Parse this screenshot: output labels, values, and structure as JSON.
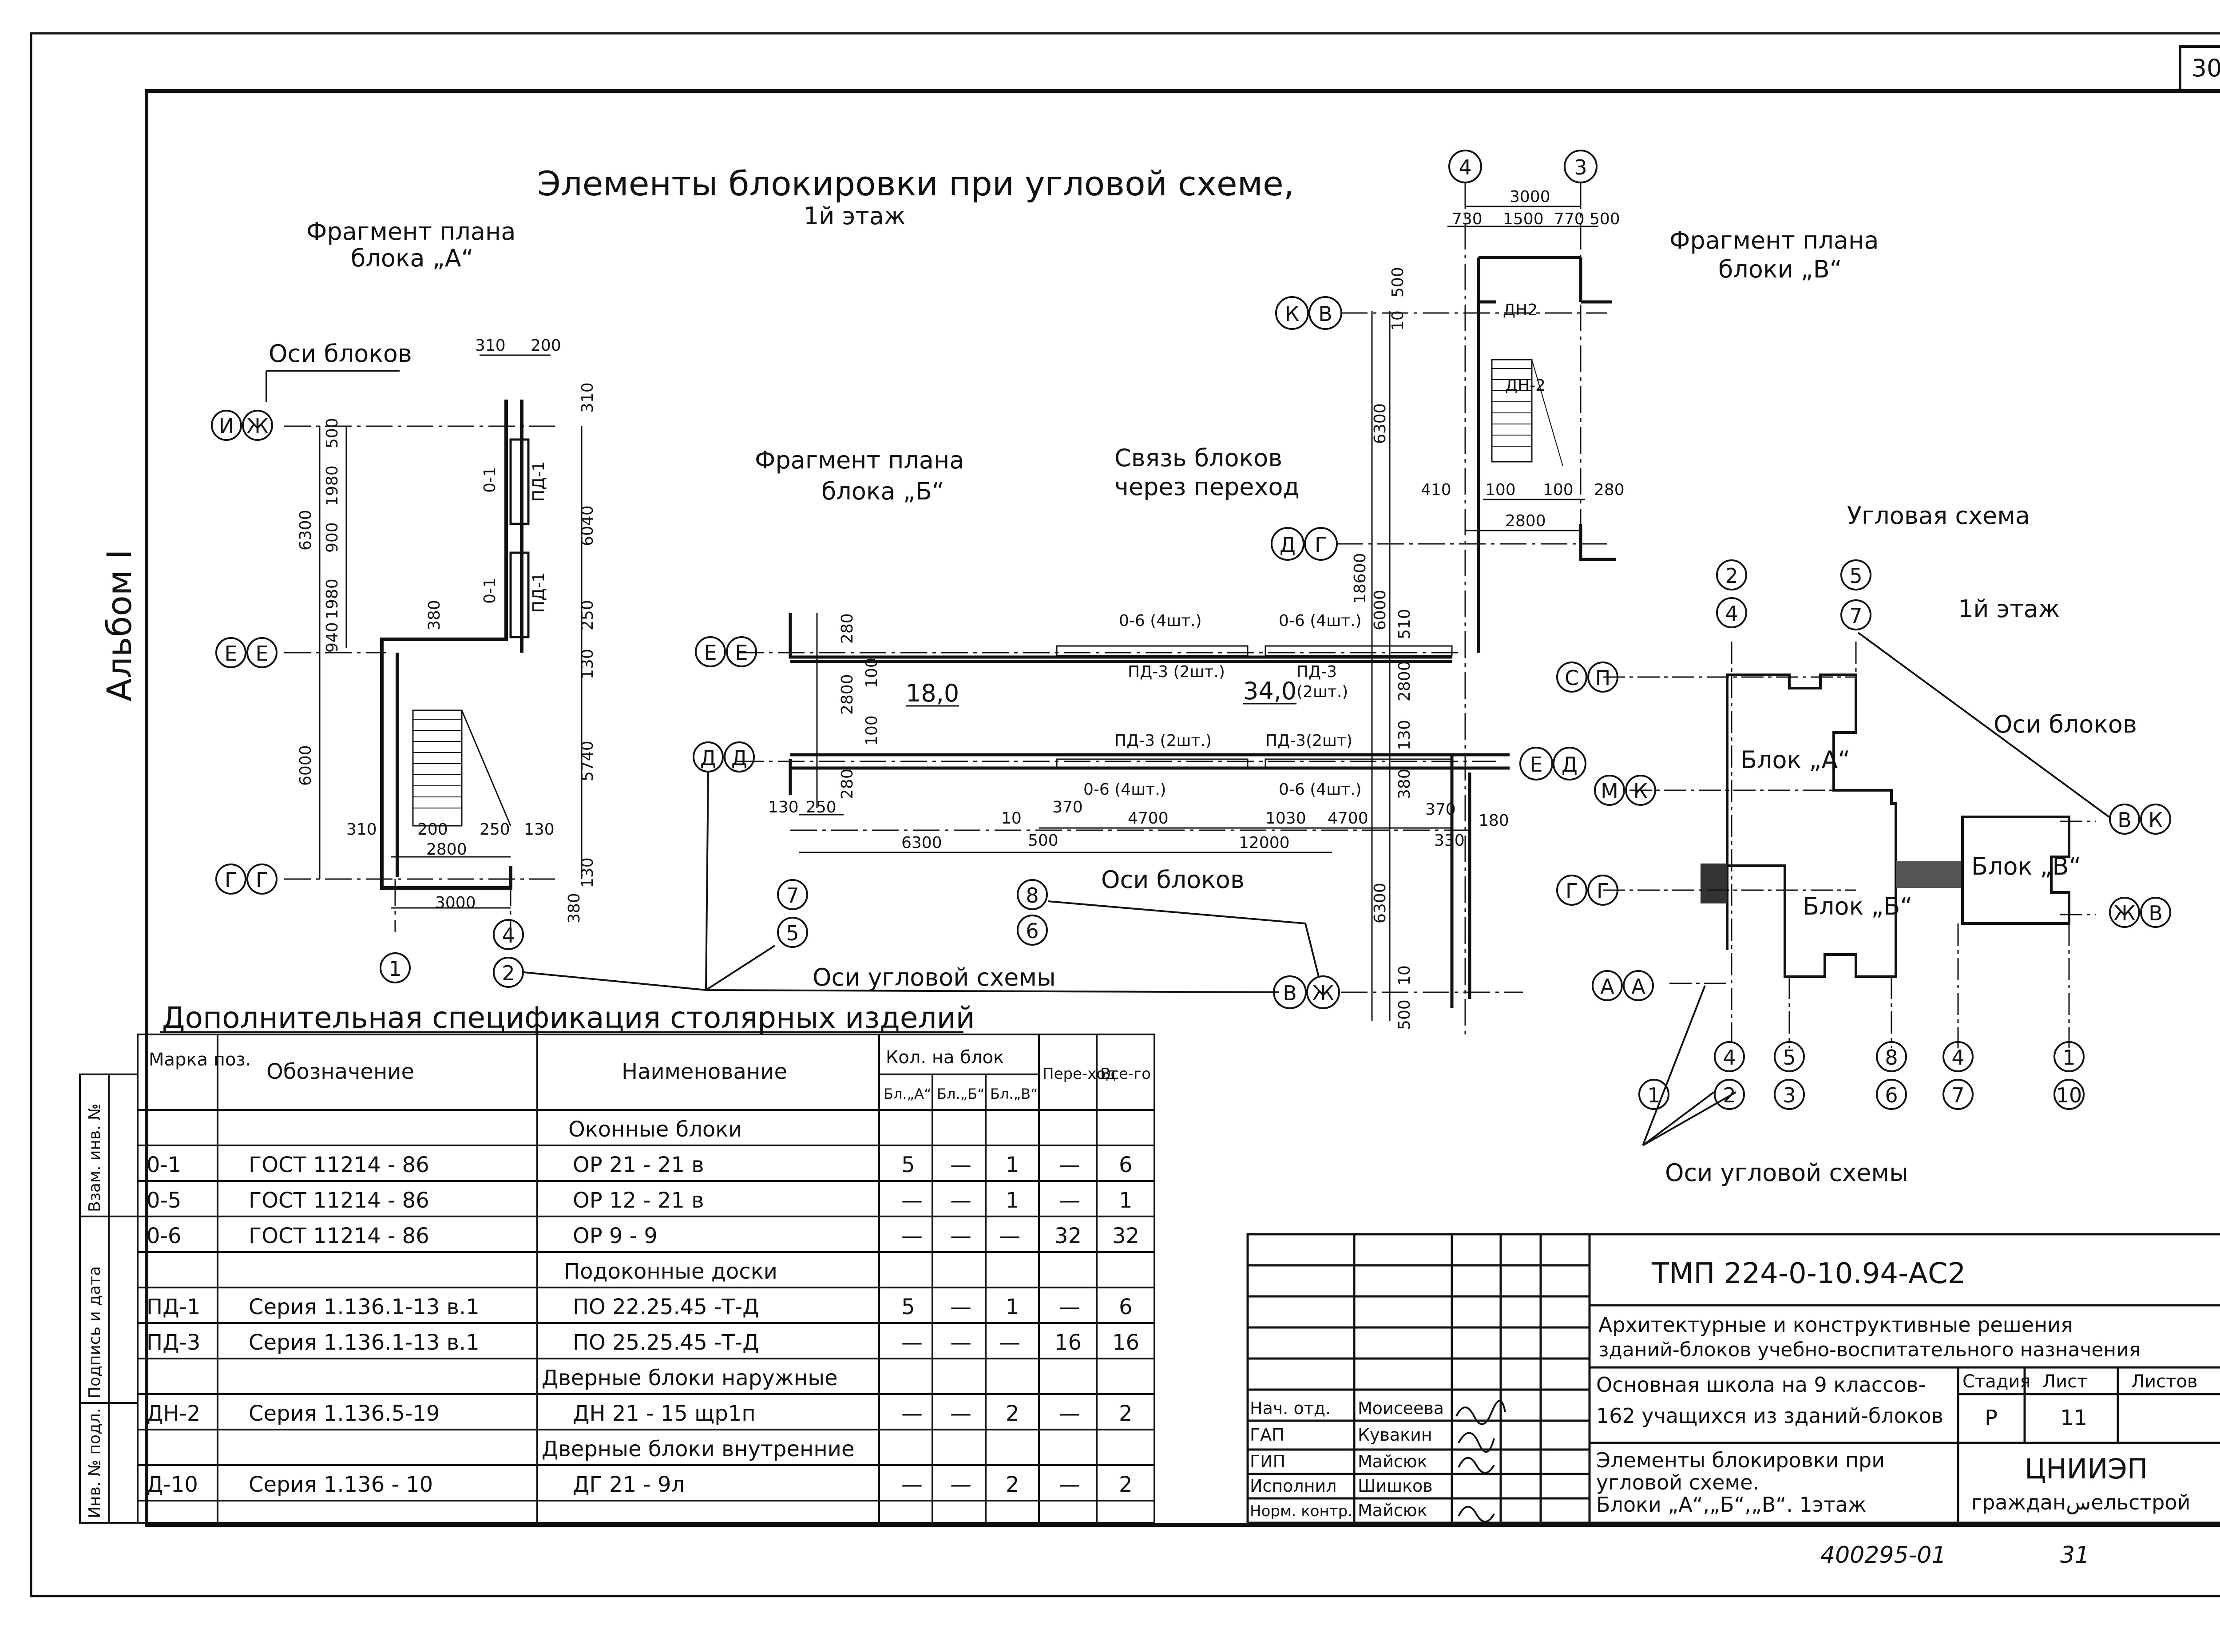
{
  "sheet_number": "30",
  "album": "Альбом I",
  "title": "Элементы блокировки при угловой схеме,",
  "title_floor": "1й этаж",
  "fragments": {
    "a": {
      "line1": "Фрагмент плана",
      "line2": "блока „А“",
      "axes_note": "Оси блоков"
    },
    "b": {
      "line1": "Фрагмент плана",
      "line2": "блока „Б“"
    },
    "link": {
      "line1": "Связь блоков",
      "line2": "через переход"
    },
    "v": {
      "line1": "Фрагмент плана",
      "line2": "блоки „В“"
    }
  },
  "corner_scheme": {
    "title": "Угловая схема",
    "floor": "1й этаж",
    "axes_blocks": "Оси блоков",
    "axes_corner": "Оси угловой схемы",
    "block_a": "Блок „А“",
    "block_b": "Блок „Б“",
    "block_v": "Блок „В“",
    "left_axes": [
      "С",
      "П",
      "М",
      "К",
      "Г",
      "Г",
      "А",
      "А"
    ],
    "right_axes": [
      "В",
      "К",
      "Ж",
      "В"
    ],
    "top_axes": [
      "2",
      "4",
      "5",
      "7"
    ],
    "bottom_axes": [
      "1",
      "4",
      "2",
      "5",
      "3",
      "8",
      "6",
      "4",
      "7",
      "1",
      "10"
    ]
  },
  "plan_labels": {
    "axes_blocks_mid": "Оси блоков",
    "axes_corner_mid": "Оси угловой схемы",
    "area_18": "18,0",
    "area_34": "34,0",
    "o6_a": "0-6 (4шт.)",
    "o6_b": "0-6 (4шт.)",
    "o6_c": "0-6 (4шт.)",
    "o6_d": "0-6 (4шт.)",
    "pd3_a": "ПД-3 (2шт.)",
    "pd3_b": "ПД-3",
    "pd3_b2": "(2шт.)",
    "pd3_c": "ПД-3 (2шт.)",
    "pd3_d": "ПД-3(2шт)",
    "dn2_a": "ДН2",
    "dn2_b": "ДН-2",
    "o1": "0-1",
    "pd1": "ПД-1"
  },
  "dims": {
    "a": [
      "310",
      "200",
      "310",
      "500",
      "1980",
      "900",
      "1980",
      "940",
      "6300",
      "380",
      "6040",
      "250",
      "130",
      "6000",
      "5740",
      "310",
      "200",
      "250",
      "130",
      "2800",
      "3000",
      "130",
      "380"
    ],
    "b": [
      "280",
      "100",
      "2800",
      "100",
      "280",
      "130",
      "250",
      "6300",
      "10",
      "370",
      "500",
      "4700",
      "1030",
      "4700",
      "12000"
    ],
    "v": [
      "3000",
      "730",
      "1500",
      "770",
      "500",
      "10",
      "500",
      "6300",
      "410",
      "100",
      "100",
      "280",
      "2800",
      "18600",
      "6000",
      "510",
      "2800",
      "130",
      "380",
      "370",
      "330",
      "180",
      "6300",
      "10",
      "500"
    ]
  },
  "axes_plan": {
    "a": [
      "И",
      "Ж",
      "Е",
      "Е",
      "Г",
      "Г",
      "1",
      "4",
      "2"
    ],
    "b": [
      "Е",
      "Е",
      "Д",
      "Д",
      "7",
      "5",
      "8",
      "6"
    ],
    "v": [
      "4",
      "3",
      "К",
      "В",
      "Д",
      "Г",
      "Е",
      "Д",
      "В",
      "Ж"
    ]
  },
  "spec": {
    "caption": "Дополнительная спецификация столярных изделий",
    "headers": {
      "mark": "Марка поз.",
      "designation": "Обозначение",
      "name": "Наименование",
      "qty": "Кол. на блок",
      "bl_a": "Бл.„А“",
      "bl_b": "Бл.„Б“",
      "bl_v": "Бл.„В“",
      "transition": "Пере-ход",
      "total": "Все-го"
    },
    "sections": [
      {
        "title": "Оконные блоки",
        "rows": [
          {
            "mark": "0-1",
            "des": "ГОСТ 11214 - 86",
            "name": "ОР 21 - 21 в",
            "a": "5",
            "b": "—",
            "v": "1",
            "t": "—",
            "total": "6"
          },
          {
            "mark": "0-5",
            "des": "ГОСТ 11214 - 86",
            "name": "ОР 12 - 21 в",
            "a": "—",
            "b": "—",
            "v": "1",
            "t": "—",
            "total": "1"
          },
          {
            "mark": "0-6",
            "des": "ГОСТ 11214 - 86",
            "name": "ОР 9 - 9",
            "a": "—",
            "b": "—",
            "v": "—",
            "t": "32",
            "total": "32"
          }
        ]
      },
      {
        "title": "Подоконные доски",
        "rows": [
          {
            "mark": "ПД-1",
            "des": "Серия 1.136.1-13 в.1",
            "name": "ПО 22.25.45 -Т-Д",
            "a": "5",
            "b": "—",
            "v": "1",
            "t": "—",
            "total": "6"
          },
          {
            "mark": "ПД-3",
            "des": "Серия 1.136.1-13 в.1",
            "name": "ПО 25.25.45 -Т-Д",
            "a": "—",
            "b": "—",
            "v": "—",
            "t": "16",
            "total": "16"
          }
        ]
      },
      {
        "title": "Дверные блоки наружные",
        "rows": [
          {
            "mark": "ДН-2",
            "des": "Серия 1.136.5-19",
            "name": "ДН 21 - 15 щр1п",
            "a": "—",
            "b": "—",
            "v": "2",
            "t": "—",
            "total": "2"
          }
        ]
      },
      {
        "title": "Дверные блоки внутренние",
        "rows": [
          {
            "mark": "Д-10",
            "des": "Серия 1.136 - 10",
            "name": "ДГ 21 - 9л",
            "a": "—",
            "b": "—",
            "v": "2",
            "t": "—",
            "total": "2"
          }
        ]
      }
    ]
  },
  "side_stamp": {
    "inv_orig": "Инв. № подл.",
    "sign_date": "Подпись и дата",
    "vzam": "Взам. инв. №"
  },
  "stamp": {
    "code": "ТМП 224-0-10.94-АС2",
    "desc1": "Архитектурные и конструктивные решения",
    "desc2": "зданий-блоков учебно-воспитательного назначения",
    "proj1": "Основная школа на 9 классов-",
    "proj2": "162 учащихся из зданий-блоков",
    "sheet1": "Элементы блокировки при",
    "sheet2": "угловой схеме.",
    "sheet3": "Блоки „А“,„Б“,„В“. 1этаж",
    "stage_h": "Стадия",
    "list_h": "Лист",
    "lists_h": "Листов",
    "stage": "Р",
    "list": "11",
    "org1": "ЦНИИЭП",
    "org2": "гражданسельстрой",
    "roles": [
      {
        "role": "Нач. отд.",
        "name": "Моисеева"
      },
      {
        "role": "ГАП",
        "name": "Кувакин"
      },
      {
        "role": "ГИП",
        "name": "Майсюк"
      },
      {
        "role": "Исполнил",
        "name": "Шишков"
      },
      {
        "role": "Норм. контр.",
        "name": "Майсюк"
      }
    ]
  },
  "footer_code": "400295-01",
  "footer_num": "31"
}
